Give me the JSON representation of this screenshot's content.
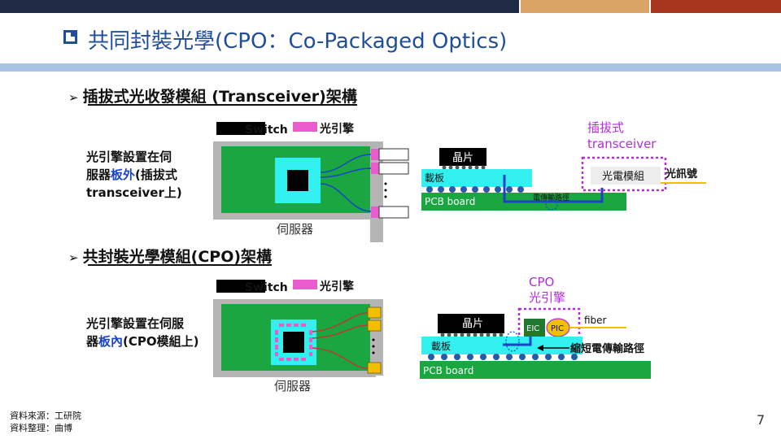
{
  "title": "共同封裝光學(CPO：Co-Packaged Optics)",
  "sections": {
    "transceiver": {
      "heading": "插拔式光收發模組 (Transceiver)架構",
      "legend_switch": "Switch",
      "legend_engine": "光引擎",
      "desc_line1": "光引擎設置在伺",
      "desc_line2_a": "服器",
      "desc_line2_b": "板外",
      "desc_line2_c": "(插拔式",
      "desc_line3": "transceiver上)",
      "server_label": "伺服器",
      "chip_label": "晶片",
      "substrate_label": "載板",
      "pcb_label": "PCB board",
      "path_label": "電傳輸路徑",
      "pluggable_line1": "插拔式",
      "pluggable_line2": "transceiver",
      "module_label": "光電模組",
      "signal_label": "光訊號"
    },
    "cpo": {
      "heading": "共封裝光學模組(CPO)架構",
      "legend_switch": "Switch",
      "legend_engine": "光引擎",
      "desc_line1": "光引擎設置在伺服",
      "desc_line2_a": "器",
      "desc_line2_b": "板內",
      "desc_line2_c": "(CPO模組上)",
      "server_label": "伺服器",
      "chip_label": "晶片",
      "substrate_label": "載板",
      "pcb_label": "PCB board",
      "cpo_line1": "CPO",
      "cpo_line2": "光引擎",
      "eic_label": "EIC",
      "pic_label": "PIC",
      "fiber_label": "fiber",
      "shorter_path_label": "縮短電傳輸路徑"
    }
  },
  "footer": {
    "source": "資料來源：工研院",
    "compiled": "資料整理：曲博"
  },
  "page_number": "7",
  "colors": {
    "navy": "#1f2a44",
    "tan": "#d9a465",
    "rust": "#a8361c",
    "title_blue": "#1f4e9a",
    "board_green": "#1aa640",
    "chassis_grey": "#b5b5b5",
    "cyan": "#33f0f0",
    "magenta": "#e85ccd",
    "purple": "#b52bd6",
    "gold": "#f0c000",
    "blue_text": "#1a44c8"
  },
  "icons": [
    "checkbox-square-icon",
    "arrow-right-icon"
  ]
}
